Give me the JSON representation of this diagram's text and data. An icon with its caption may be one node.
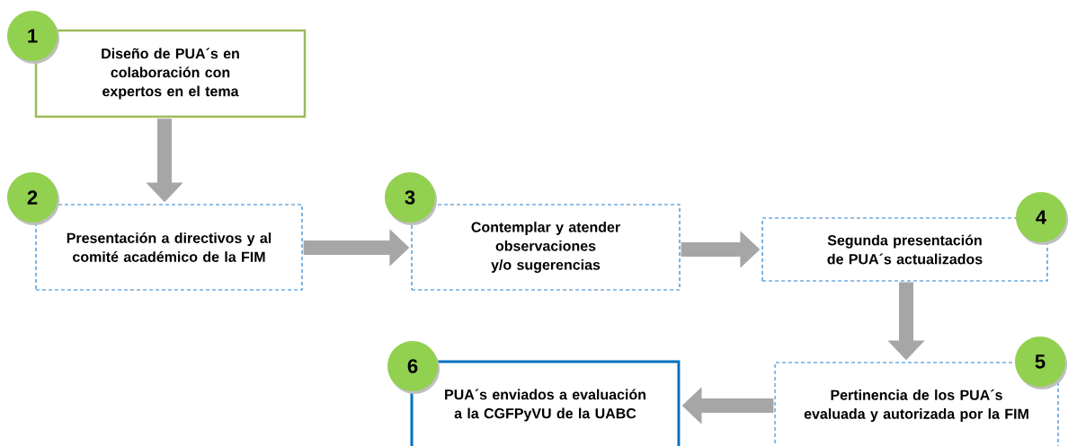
{
  "diagram": {
    "nodes": [
      {
        "text": [
          "1"
        ]
      },
      {
        "text": [
          "Diseño de PUA´s en colaboración con expertos en el tema"
        ]
      },
      {
        "text": [
          "2"
        ]
      },
      {
        "text": [
          "Presentación a directivos y al comité académico de la FIM"
        ]
      },
      {
        "text": [
          "3"
        ]
      },
      {
        "text": [
          "Contemplar y atender observaciones y/o sugerencias"
        ]
      },
      {
        "text": [
          "4"
        ]
      },
      {
        "text": [
          "Segunda presentación de PUA´s actualizados"
        ]
      },
      {
        "text": [
          "5"
        ]
      },
      {
        "text": [
          "Pertinencia de los PUA´s evaluada y autorizada por la FIM"
        ]
      },
      {
        "text": [
          "6"
        ]
      },
      {
        "text": [
          "PUA´s enviados a evaluación a la CGFPyVU de la UABC"
        ]
      }
    ],
    "edges": [
      {
        "from": 1,
        "to": 3,
        "arrow": "to"
      },
      {
        "from": 3,
        "to": 5,
        "arrow": "to"
      },
      {
        "from": 5,
        "to": 7,
        "arrow": "to"
      },
      {
        "from": 7,
        "to": 9,
        "arrow": "to"
      },
      {
        "from": 9,
        "to": 11,
        "arrow": "to"
      }
    ]
  }
}
